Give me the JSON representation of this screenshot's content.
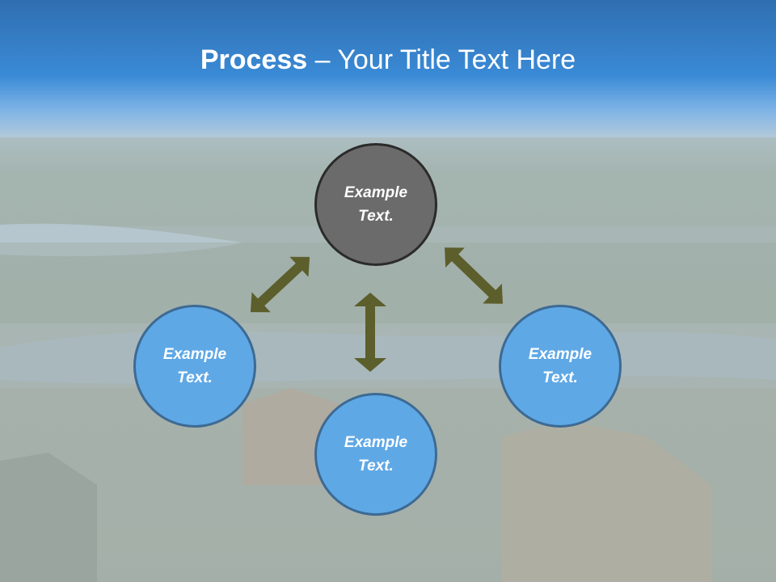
{
  "slide": {
    "title_bold": "Process",
    "title_rest": " – Your Title Text Here"
  },
  "diagram": {
    "center_node": {
      "line1": "Example",
      "line2": "Text."
    },
    "left_node": {
      "line1": "Example",
      "line2": "Text."
    },
    "right_node": {
      "line1": "Example",
      "line2": "Text."
    },
    "bottom_node": {
      "line1": "Example",
      "line2": "Text."
    }
  },
  "colors": {
    "header_blue": "#2f73b8",
    "center_fill": "#6b6b6b",
    "node_fill": "#5fa8e6",
    "arrow_color": "#5c5e2b"
  }
}
